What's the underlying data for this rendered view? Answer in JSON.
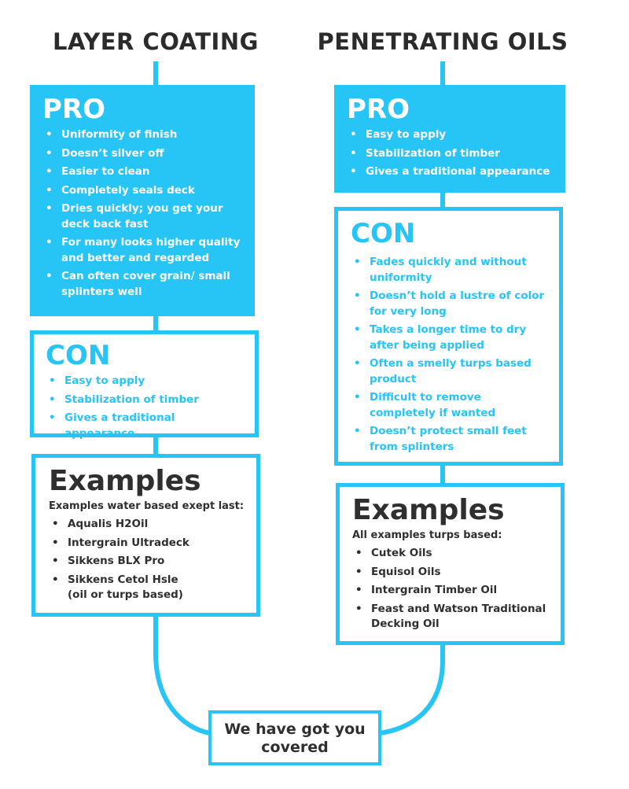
{
  "colors": {
    "accent": "#27c4f6",
    "text": "#2f2f2f"
  },
  "left": {
    "title": "LAYER COATING",
    "pro": {
      "heading": "PRO",
      "items": [
        "Uniformity of finish",
        "Doesn’t silver off",
        "Easier to clean",
        "Completely seals deck",
        "Dries quickly; you get your deck back fast",
        "For many looks higher quality and better and regarded",
        "Can often cover grain/ small splinters well"
      ]
    },
    "con": {
      "heading": "CON",
      "items": [
        "Easy to apply",
        "Stabilization of timber",
        "Gives a traditional appearance"
      ]
    },
    "examples": {
      "heading": "Examples",
      "subtitle": "Examples water based exept last:",
      "items": [
        "Aqualis H2Oil",
        "Intergrain Ultradeck",
        "Sikkens BLX Pro",
        "Sikkens Cetol Hsle (oil or turps based)"
      ]
    }
  },
  "right": {
    "title": "PENETRATING OILS",
    "pro": {
      "heading": "PRO",
      "items": [
        "Easy to apply",
        "Stabilization of timber",
        "Gives a traditional appearance"
      ]
    },
    "con": {
      "heading": "CON",
      "items": [
        "Fades quickly and without uniformity",
        "Doesn’t hold a lustre of color for very long",
        "Takes a longer time to dry after being applied",
        "Often a smelly turps based product",
        "Difficult to remove completely if wanted",
        "Doesn’t protect small feet from splinters"
      ]
    },
    "examples": {
      "heading": "Examples",
      "subtitle": "All examples turps based:",
      "items": [
        "Cutek Oils",
        "Equisol Oils",
        "Intergrain Timber Oil",
        "Feast and Watson Traditional Decking Oil"
      ]
    }
  },
  "footer": {
    "text": "We have got you covered"
  }
}
